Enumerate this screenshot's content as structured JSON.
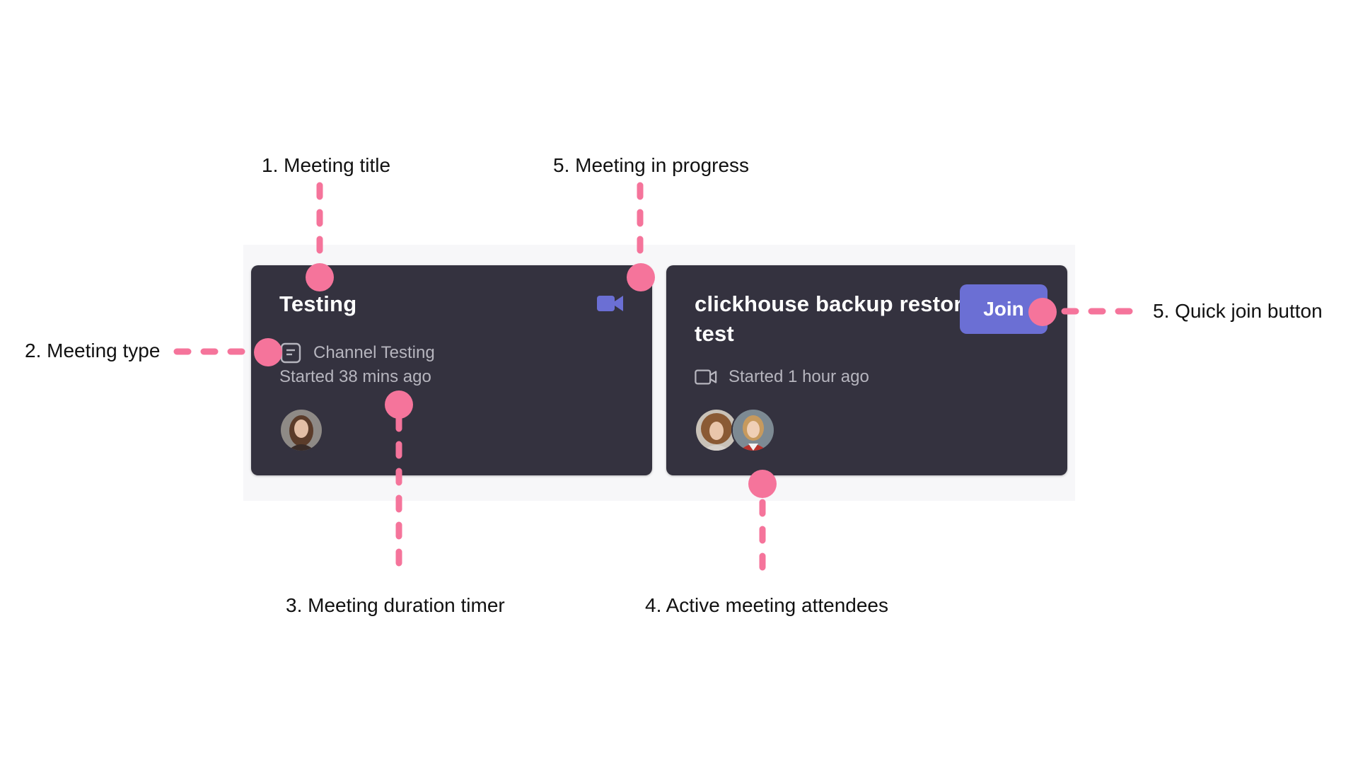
{
  "callouts": {
    "meeting_title": "1. Meeting title",
    "meeting_type": "2. Meeting type",
    "duration_timer": "3. Meeting duration timer",
    "attendees": "4. Active meeting attendees",
    "in_progress": "5. Meeting in progress",
    "quick_join": "5. Quick join button"
  },
  "cards": [
    {
      "title": "Testing",
      "type_icon": "channel-icon",
      "type_label": "Channel Testing",
      "status": "Started 38 mins ago",
      "in_progress_icon": "video-camera-icon",
      "attendee_count": 1
    },
    {
      "title": "clickhouse backup restore test",
      "type_icon": "video-camera-outline-icon",
      "status": "Started 1 hour ago",
      "join_label": "Join",
      "attendee_count": 2
    }
  ],
  "colors": {
    "card_bg": "#34323f",
    "accent": "#6b6fd4",
    "annotation": "#f5749b",
    "muted_text": "#b6b5be"
  }
}
